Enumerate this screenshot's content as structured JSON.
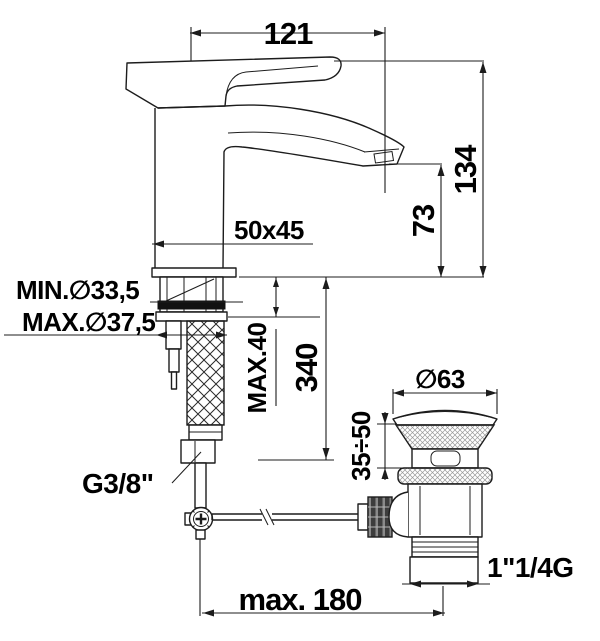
{
  "colors": {
    "background": "#ffffff",
    "line": "#1c1c1c",
    "text": "#000000",
    "gasket": "#111111"
  },
  "labels": {
    "dim_121": "121",
    "dim_134": "134",
    "dim_73": "73",
    "dim_50x45": "50x45",
    "min_hole": "MIN.∅33,5",
    "max_hole": "MAX.∅37,5",
    "max_deck": "MAX.40",
    "dim_340": "340",
    "dia_63": "∅63",
    "range_35_50": "35÷50",
    "supply_thread": "G3/8\"",
    "waste_thread": "1\"1/4G",
    "rod_reach": "max. 180"
  }
}
